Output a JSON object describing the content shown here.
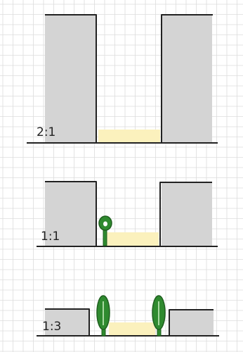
{
  "colors": {
    "paper": "#ffffff",
    "grid": "#dcdcdc",
    "building_fill": "#d4d4d4",
    "ink": "#222222",
    "street_glow": "#fbf1bd",
    "tree_green": "#2f8a2f",
    "tab_accent": "#7bc043"
  },
  "icons": [
    "tree-icon"
  ],
  "diagrams": [
    {
      "id": "section-2-1",
      "label": "2:1",
      "trees": 0
    },
    {
      "id": "section-1-1",
      "label": "1:1",
      "trees": 1
    },
    {
      "id": "section-1-3",
      "label": "1:3",
      "trees": 2
    }
  ]
}
